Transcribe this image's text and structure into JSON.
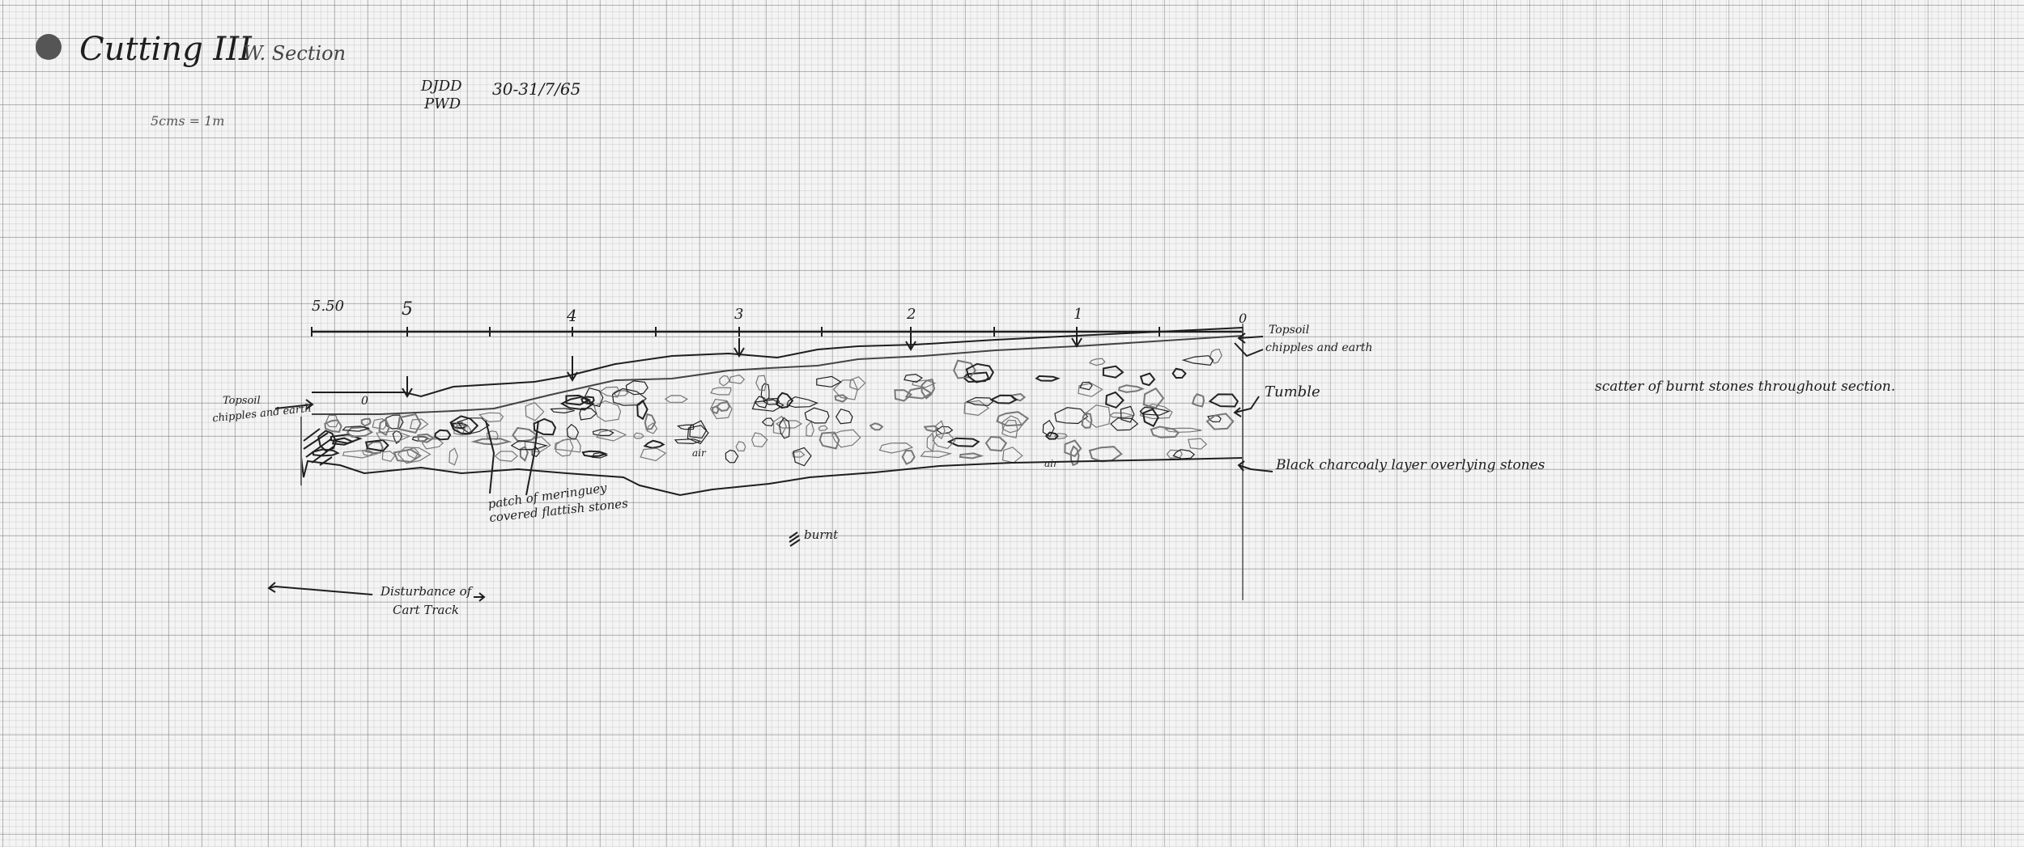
{
  "header": {
    "title": "Cutting III",
    "subtitle": "W. Section",
    "recorders": [
      "DJDD",
      "PWD"
    ],
    "date": "30-31/7/65",
    "scale": "5cms = 1m"
  },
  "scale_bar": {
    "tick_labels": [
      "5.50",
      "5",
      "4",
      "3",
      "2",
      "1",
      "0"
    ],
    "unit": "m"
  },
  "annotations": {
    "topsoil_left": "Topsoil",
    "chipples_left": "chipples and earth",
    "layer_number": "0",
    "topsoil_right": "Topsoil",
    "chipples_right": "chipples and earth",
    "tumble": "Tumble",
    "black_layer": "Black charcoaly layer overlying stones",
    "scatter": "scatter of burnt stones throughout section.",
    "patch_line1": "patch of meringuey",
    "patch_line2": "covered flattish stones",
    "burnt_key": "burnt",
    "air_1": "air",
    "air_2": "air",
    "disturbance_line1": "Disturbance of",
    "disturbance_line2": "Cart Track"
  },
  "colors": {
    "ink": "#1e1e1e",
    "paper": "#f4f4f4",
    "grid": "#8a8a8a"
  }
}
